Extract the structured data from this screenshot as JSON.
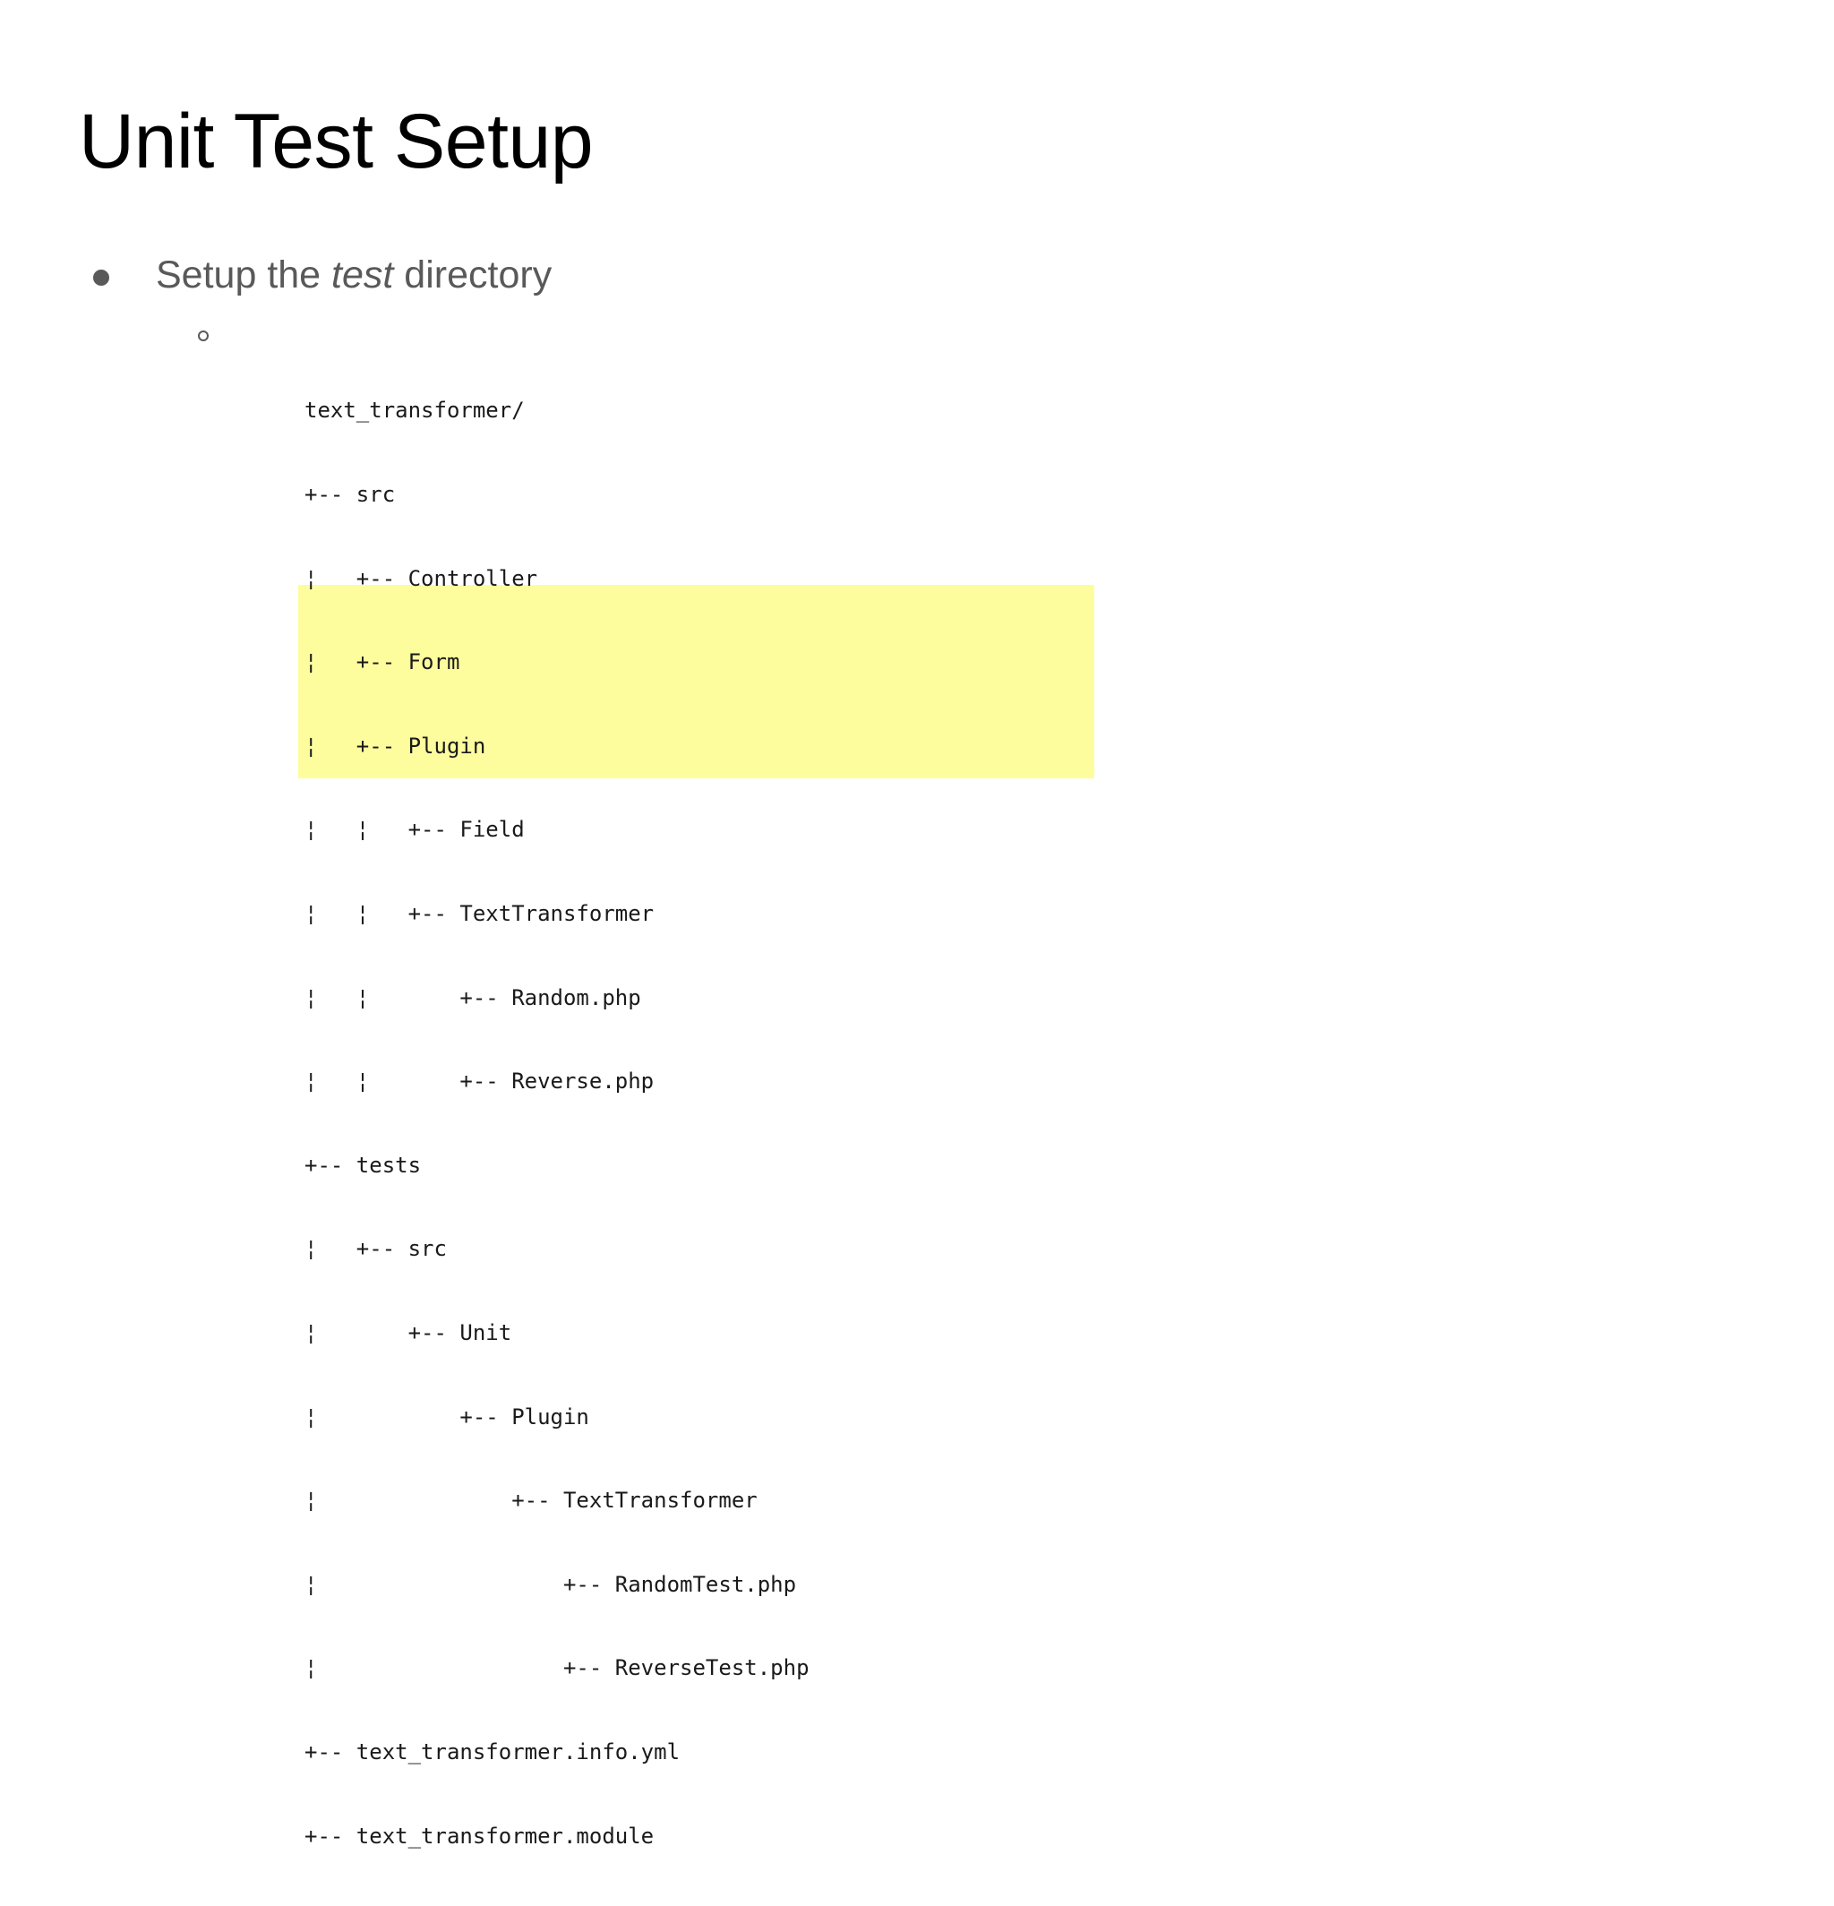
{
  "slide": {
    "title": "Unit Test Setup",
    "background_color": "#ffffff",
    "title_color": "#000000",
    "body_text_color": "#595959",
    "code_text_color": "#1a1a1a",
    "highlight_color": "#fdfd9e"
  },
  "bullets": [
    {
      "level": 1,
      "marker": "filled-disc",
      "text_before": "Setup the ",
      "emphasis": "test",
      "text_after": " directory"
    },
    {
      "level": 2,
      "marker": "hollow-circle"
    }
  ],
  "tree": {
    "lines": [
      {
        "text": "text_transformer/",
        "highlighted": false
      },
      {
        "text": "+-- src",
        "highlighted": false
      },
      {
        "text": "¦   +-- Controller",
        "highlighted": false
      },
      {
        "text": "¦   +-- Form",
        "highlighted": false
      },
      {
        "text": "¦   +-- Plugin",
        "highlighted": false
      },
      {
        "text": "¦   ¦   +-- Field",
        "highlighted": false
      },
      {
        "text": "¦   ¦   +-- TextTransformer",
        "highlighted": false
      },
      {
        "text": "¦   ¦       +-- Random.php",
        "highlighted": false
      },
      {
        "text": "¦   ¦       +-- Reverse.php",
        "highlighted": false
      },
      {
        "text": "+-- tests",
        "highlighted": true
      },
      {
        "text": "¦   +-- src",
        "highlighted": true
      },
      {
        "text": "¦       +-- Unit",
        "highlighted": true
      },
      {
        "text": "¦           +-- Plugin",
        "highlighted": true
      },
      {
        "text": "¦               +-- TextTransformer",
        "highlighted": true
      },
      {
        "text": "¦                   +-- RandomTest.php",
        "highlighted": true
      },
      {
        "text": "¦                   +-- ReverseTest.php",
        "highlighted": true
      },
      {
        "text": "+-- text_transformer.info.yml",
        "highlighted": false
      },
      {
        "text": "+-- text_transformer.module",
        "highlighted": false
      }
    ]
  }
}
